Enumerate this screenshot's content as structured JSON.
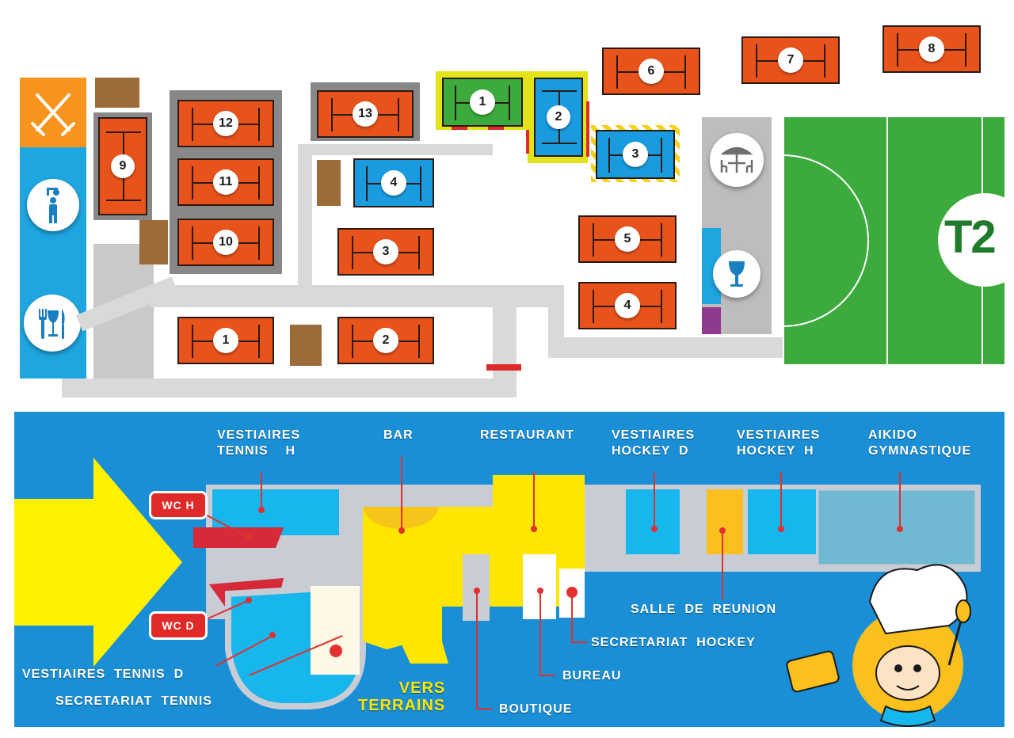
{
  "outdoor_map": {
    "tennis_courts": [
      {
        "id": "court-1",
        "number": "1"
      },
      {
        "id": "court-2",
        "number": "2"
      },
      {
        "id": "court-3",
        "number": "3"
      },
      {
        "id": "court-4",
        "number": "4"
      },
      {
        "id": "court-5",
        "number": "5"
      },
      {
        "id": "court-4b",
        "number": "4"
      },
      {
        "id": "court-6",
        "number": "6"
      },
      {
        "id": "court-7",
        "number": "7"
      },
      {
        "id": "court-8",
        "number": "8"
      },
      {
        "id": "court-9",
        "number": "9"
      },
      {
        "id": "court-10",
        "number": "10"
      },
      {
        "id": "court-11",
        "number": "11"
      },
      {
        "id": "court-12",
        "number": "12"
      },
      {
        "id": "court-13",
        "number": "13"
      },
      {
        "id": "court-1b",
        "number": "1"
      },
      {
        "id": "court-2b",
        "number": "2"
      },
      {
        "id": "court-3b",
        "number": "3"
      }
    ],
    "hockey_field_label": "T2",
    "icons": [
      "crossed-swords-icon",
      "shower-icon",
      "restaurant-icon",
      "terrace-table-icon",
      "wine-glass-icon"
    ],
    "colors": {
      "clay": "#e8531b",
      "hard_court": "#1a9be0",
      "grass": "#3caa3c",
      "service_blue": "#1fa6e0",
      "orange": "#f7941d"
    }
  },
  "floor_plan": {
    "labels": {
      "vestiaires_tennis_h": "VESTIAIRES\nTENNIS    H",
      "bar": "BAR",
      "restaurant": "RESTAURANT",
      "vestiaires_hockey_d": "VESTIAIRES\nHOCKEY  D",
      "vestiaires_hockey_h": "VESTIAIRES\nHOCKEY  H",
      "aikido": "AIKIDO\nGYMNASTIQUE",
      "wc_h": "WC  H",
      "wc_d": "WC  D",
      "salle_reunion": "SALLE  DE  REUNION",
      "secretariat_hockey": "SECRETARIAT  HOCKEY",
      "bureau": "BUREAU",
      "vestiaires_tennis_d": "VESTIAIRES  TENNIS  D",
      "secretariat_tennis": "SECRETARIAT  TENNIS",
      "vers_terrains": "VERS\nTERRAINS",
      "boutique": "BOUTIQUE"
    },
    "colors": {
      "background": "#1a8fd6",
      "arrow": "#fff200",
      "room_blue": "#17b6ec",
      "room_yellow": "#ffe600",
      "corridor": "#c8ccd4",
      "wc_red": "#e02a2a"
    }
  }
}
